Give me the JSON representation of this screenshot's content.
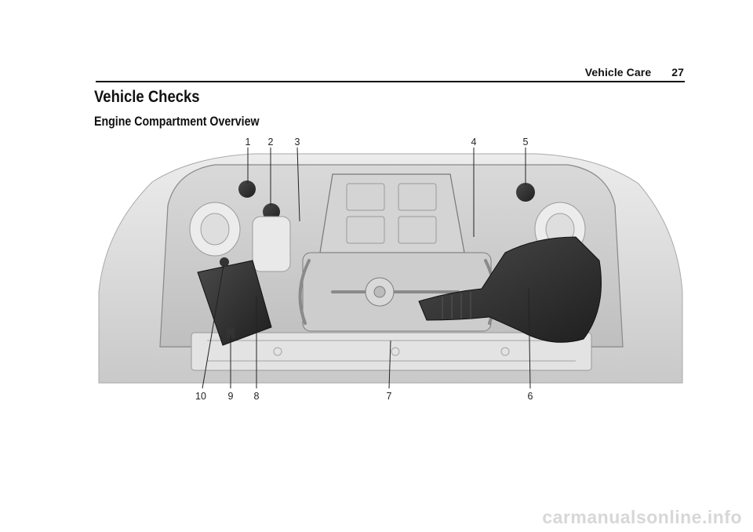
{
  "header": {
    "section": "Vehicle Care",
    "page_number": "27"
  },
  "title": "Vehicle Checks",
  "subtitle": "Engine Compartment Overview",
  "callouts": {
    "c1": "1",
    "c2": "2",
    "c3": "3",
    "c4": "4",
    "c5": "5",
    "c6": "6",
    "c7": "7",
    "c8": "8",
    "c9": "9",
    "c10": "10"
  },
  "watermark": "carmanualsonline.info"
}
